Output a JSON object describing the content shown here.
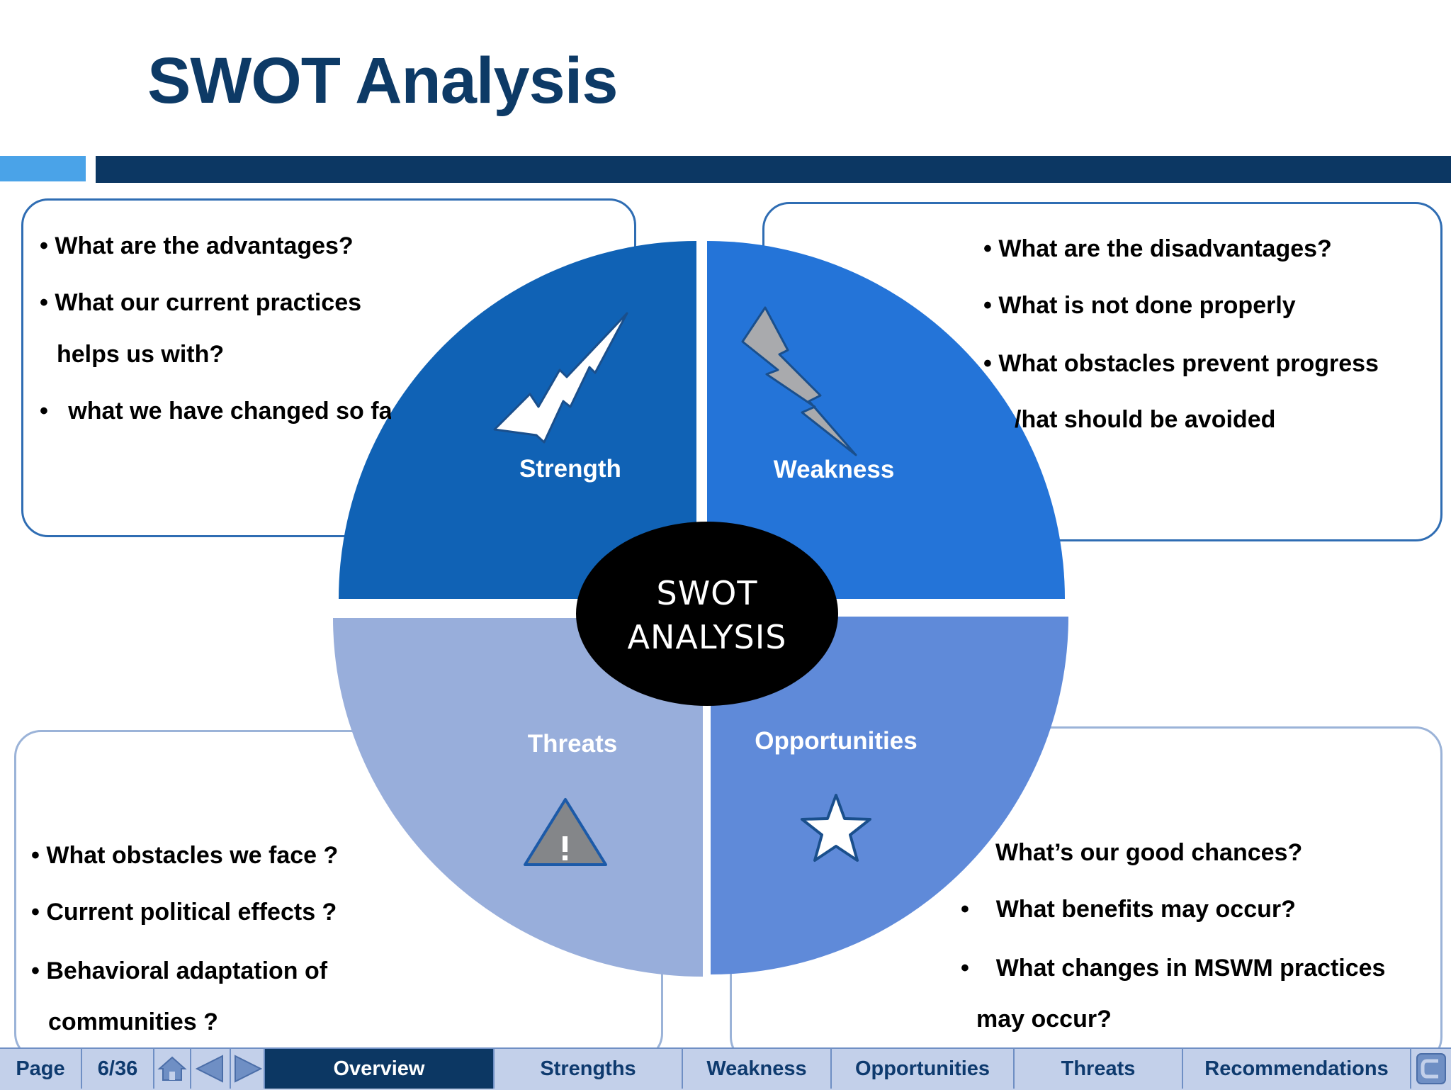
{
  "title": "SWOT Analysis",
  "center": {
    "line1": "SWOT",
    "line2": "ANALYSIS"
  },
  "segments": {
    "strength": "Strength",
    "weakness": "Weakness",
    "threats": "Threats",
    "opportunities": "Opportunities"
  },
  "strengths_box": {
    "q1": "What are the advantages?",
    "q2a": "What our current practices",
    "q2b": "helps us with?",
    "q3": " what we have changed  so fa"
  },
  "weakness_box": {
    "q1": "What are the disadvantages?",
    "q2": "What is not done properly",
    "q3": "What obstacles prevent progress",
    "q4": "/hat should be avoided"
  },
  "threats_box": {
    "q1": "What obstacles we face ?",
    "q2": "Current political effects ?",
    "q3a": "Behavioral adaptation of",
    "q3b": "communities ?"
  },
  "opportunities_box": {
    "q1": "What’s our good chances?",
    "q2": "What benefits may occur?",
    "q3a": "What changes in MSWM practices",
    "q3b": "may occur?"
  },
  "nav": {
    "page_label": "Page",
    "page_number": "6/36",
    "tabs": [
      "Overview",
      "Strengths",
      "Weakness",
      "Opportunities",
      "Threats",
      "Recommendations"
    ],
    "active_tab": "Overview"
  },
  "colors": {
    "title": "#0d3a66",
    "strength": "#1062b5",
    "weakness": "#2474d8",
    "threats": "#98aedb",
    "opportunities": "#5f8ad9"
  },
  "icons": {
    "strength": "upward-bolt-icon",
    "weakness": "downward-bolt-icon",
    "threats": "warning-triangle-icon",
    "opportunities": "star-icon",
    "home": "home-icon",
    "prev": "previous-arrow-icon",
    "next": "next-arrow-icon",
    "return": "return-icon"
  }
}
